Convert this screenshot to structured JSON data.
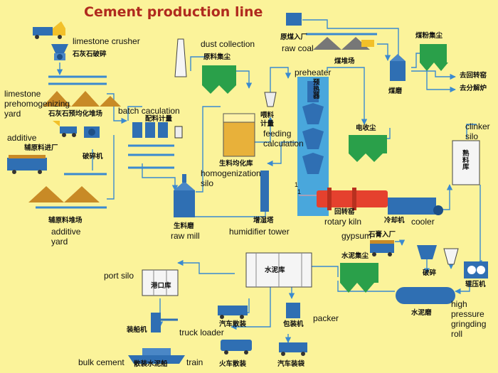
{
  "title": "Cement production line",
  "labels": {
    "limestone_crusher_en": "limestone crusher",
    "limestone_crusher_zh": "石灰石破碎",
    "limestone_yard_en_1": "limestone",
    "limestone_yard_en_2": "prehomogenizing",
    "limestone_yard_en_3": "yard",
    "limestone_yard_zh": "石灰石预均化堆场",
    "additive_en": "additive",
    "additive_in_zh": "辅原料进厂",
    "crusher_zh": "破碎机",
    "additive_yard_zh": "辅原料堆场",
    "additive_yard_en_1": "additive",
    "additive_yard_en_2": "yard",
    "batch_en": "batch caculation",
    "batch_zh": "配料计量",
    "dust_en": "dust collection",
    "dust_zh": "原料集尘",
    "raw_coal_zh": "原煤入厂",
    "raw_coal_en": "raw coal",
    "coal_yard_zh": "煤堆场",
    "coal_dust_zh": "煤粉集尘",
    "coal_mill_zh": "煤磨",
    "to_kiln_zh": "去回转窑",
    "to_calciner_zh": "去分解炉",
    "preheater_en": "preheater",
    "preheater_zh": "预热器",
    "feed_zh_1": "喂料",
    "feed_zh_2": "计量",
    "feed_en_1": "feeding",
    "feed_en_2": "calculation",
    "raw_homog_zh": "生料均化库",
    "homog_en_1": "homogenization",
    "homog_en_2": "silo",
    "esp_zh": "电收尘",
    "clinker_en_1": "clinker",
    "clinker_en_2": "silo",
    "clinker_zh": "熟料库",
    "raw_mill_zh": "生料磨",
    "raw_mill_en": "raw mill",
    "tower_zh": "增湿塔",
    "tower_en": "humidifier tower",
    "kiln_zh": "回转窑",
    "kiln_en": "rotary kiln",
    "cooler_zh": "冷却机",
    "cooler_en": "cooler",
    "gypsum_en": "gypsum",
    "gypsum_zh": "石膏入厂",
    "cement_dust_zh": "水泥集尘",
    "cement_silo_zh": "水泥库",
    "crush_zh": "破碎",
    "roller_zh": "辊压机",
    "port_silo_en": "port silo",
    "port_silo_zh": "港口库",
    "cement_mill_zh": "水泥磨",
    "hpgr_en_1": "high",
    "hpgr_en_2": "pressure",
    "hpgr_en_3": "gringding",
    "hpgr_en_4": "roll",
    "shiploader_zh": "装船机",
    "truck_loader_en": "truck loader",
    "truck_bulk_zh": "汽车散装",
    "packer_zh": "包装机",
    "packer_en": "packer",
    "bulk_cement_en": "bulk cement",
    "ship_bulk_zh": "散装水泥船",
    "train_en": "train",
    "train_bulk_zh": "火车散装",
    "truck_bag_zh": "汽车装袋",
    "one_1": "1",
    "one_2": "1"
  }
}
